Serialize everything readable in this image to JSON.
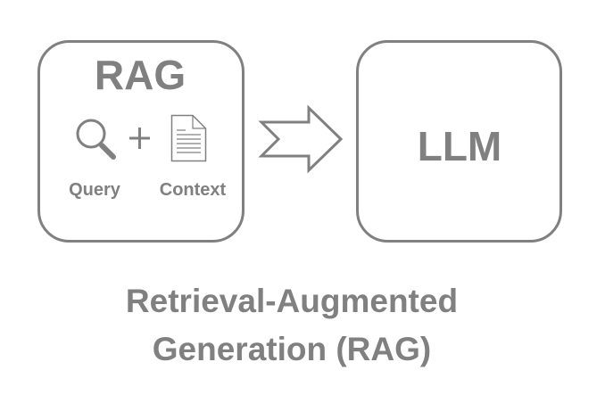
{
  "colors": {
    "stroke": "#808080",
    "text": "#808080",
    "background": "#ffffff"
  },
  "rag_box": {
    "title": "RAG",
    "query_label": "Query",
    "plus_symbol": "+",
    "context_label": "Context",
    "icons": [
      "search-icon",
      "plus-icon",
      "document-icon"
    ]
  },
  "arrow": {
    "icon": "right-arrow-icon"
  },
  "llm_box": {
    "title": "LLM"
  },
  "caption": {
    "line1": "Retrieval-Augmented",
    "line2": "Generation (RAG)"
  }
}
